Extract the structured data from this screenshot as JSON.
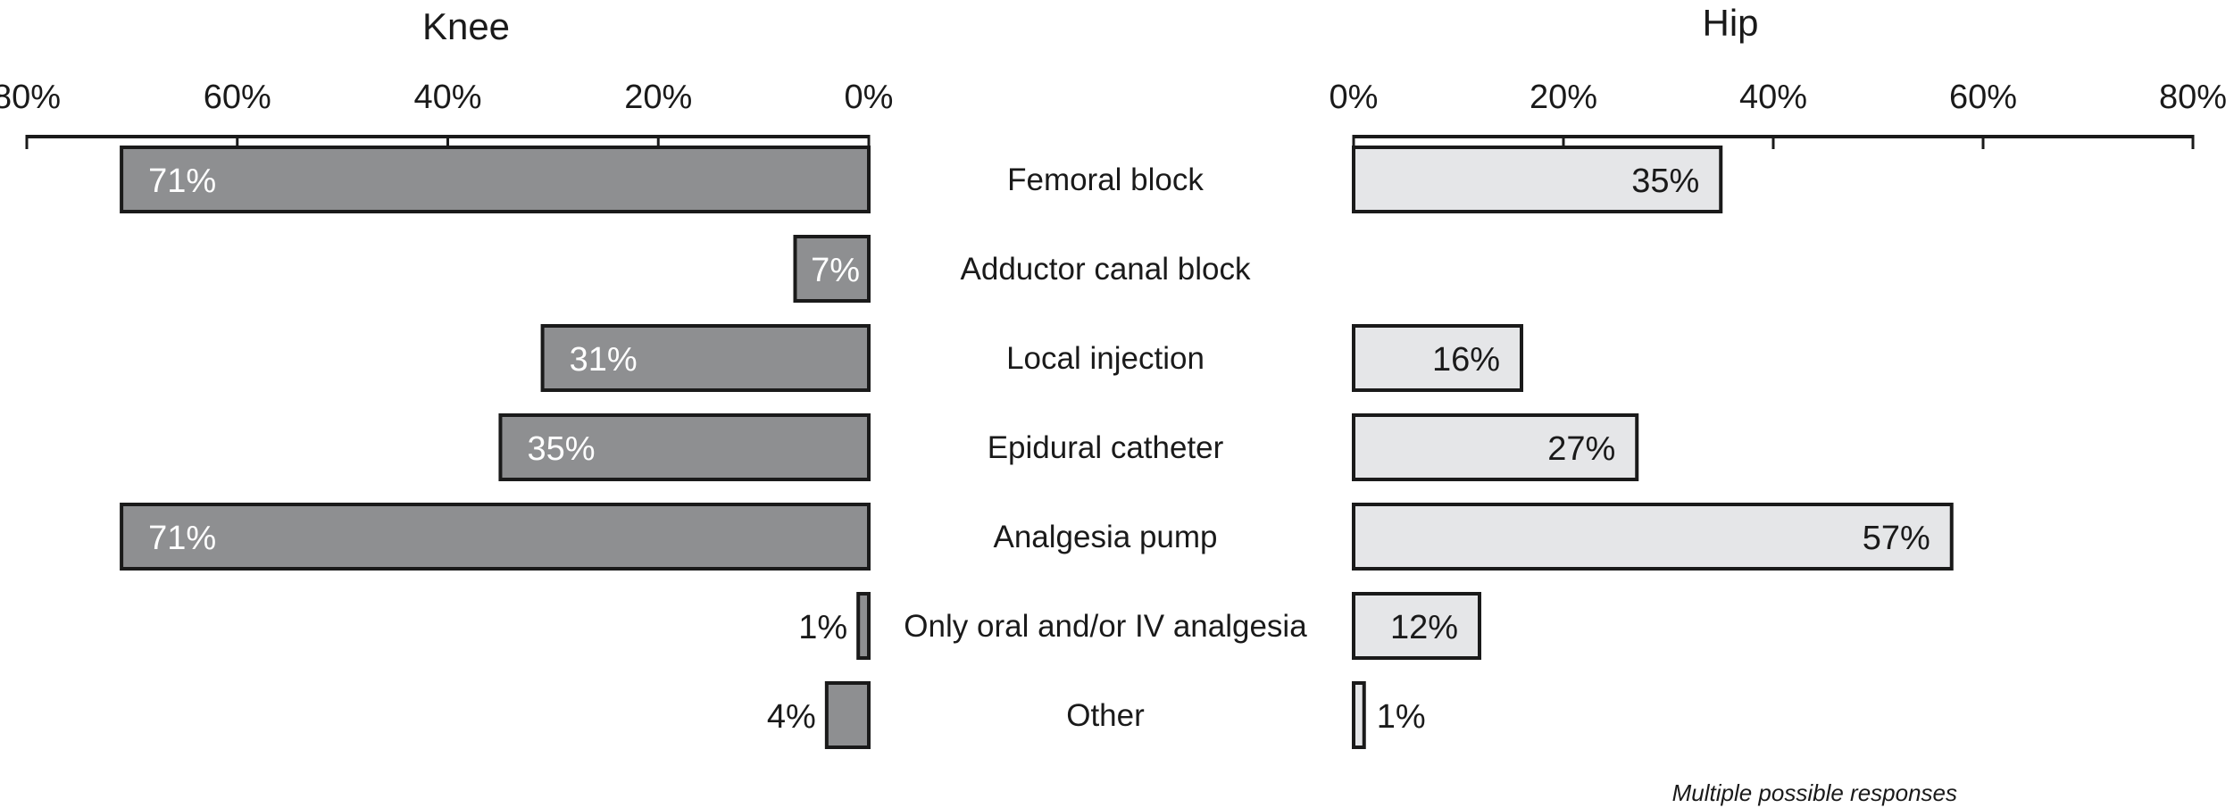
{
  "chart_data": {
    "type": "bar",
    "categories": [
      "Femoral block",
      "Adductor canal block",
      "Local injection",
      "Epidural catheter",
      "Analgesia pump",
      "Only oral and/or IV analgesia",
      "Other"
    ],
    "series": [
      {
        "name": "Knee",
        "values": [
          71,
          7,
          31,
          35,
          71,
          1,
          4
        ],
        "labels": [
          "71%",
          "7%",
          "31%",
          "35%",
          "71%",
          "1%",
          "4%"
        ],
        "color": "#8e8f91",
        "label_color": "#ffffff"
      },
      {
        "name": "Hip",
        "values": [
          35,
          null,
          16,
          27,
          57,
          12,
          1
        ],
        "labels": [
          "35%",
          "",
          "16%",
          "27%",
          "57%",
          "12%",
          "1%"
        ],
        "color": "#e5e6e8",
        "label_color": "#1a1a1a"
      }
    ],
    "xlim": [
      0,
      80
    ],
    "ticks": [
      0,
      20,
      40,
      60,
      80
    ],
    "tick_labels": [
      "0%",
      "20%",
      "40%",
      "60%",
      "80%"
    ],
    "grid": false,
    "stroke_color": "#1a1a1a",
    "note": "Multiple possible responses"
  }
}
